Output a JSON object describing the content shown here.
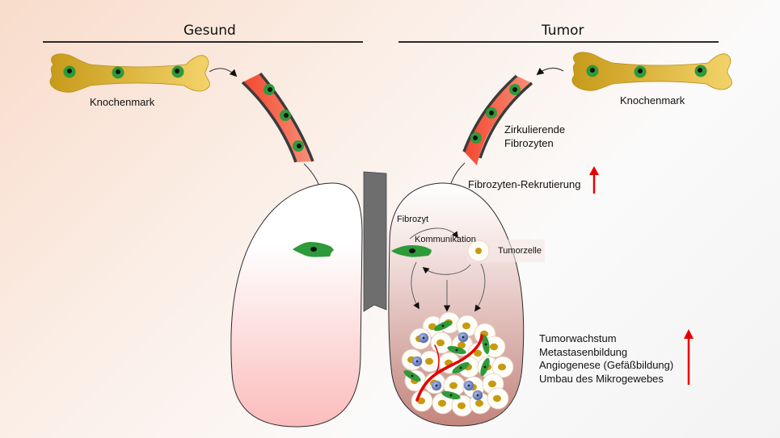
{
  "left_panel": {
    "title": "Gesund",
    "bone_label": "Knochenmark"
  },
  "right_panel": {
    "title": "Tumor",
    "bone_label": "Knochenmark",
    "circulating_label_line1": "Zirkulierende",
    "circulating_label_line2": "Fibrozyten",
    "recruitment_label": "Fibrozyten-Rekrutierung",
    "recruitment_trend": "increase",
    "fibrocyte_label": "Fibrozyt",
    "communication_label": "Kommunikation",
    "tumor_cell_label": "Tumorzelle",
    "effects": [
      "Tumorwachstum",
      "Metastasenbildung",
      "Angiogenese (Gefäßbildung)",
      "Umbau des Mikrogewebes"
    ],
    "effects_trend": "increase"
  },
  "colors": {
    "bone": "#d9b22e",
    "fibrocyte": "#2e9a3a",
    "vessel": "#f0553f",
    "trend_arrow": "#e50000",
    "trachea": "#6e6e6e",
    "healthy_lung": "#fbc9c9",
    "tumor_lung": "#c98b84",
    "tumor_cell_nucleus": "#c99a0e",
    "immune_cell": "#6f86c4"
  }
}
